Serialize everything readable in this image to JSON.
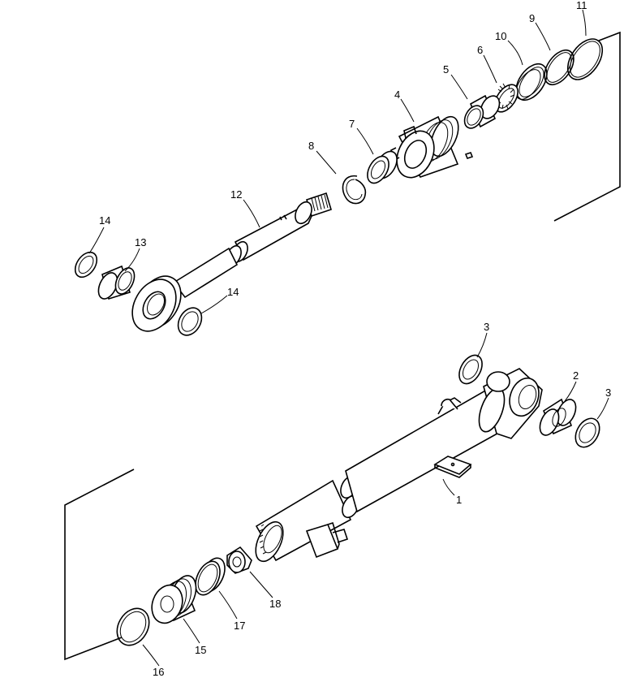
{
  "labels": {
    "p1": "1",
    "p2": "2",
    "p3a": "3",
    "p3b": "3",
    "p4": "4",
    "p5": "5",
    "p6": "6",
    "p7": "7",
    "p8": "8",
    "p9": "9",
    "p10": "10",
    "p11": "11",
    "p12": "12",
    "p13": "13",
    "p14a": "14",
    "p14b": "14",
    "p15": "15",
    "p16": "16",
    "p17": "17",
    "p18": "18"
  }
}
